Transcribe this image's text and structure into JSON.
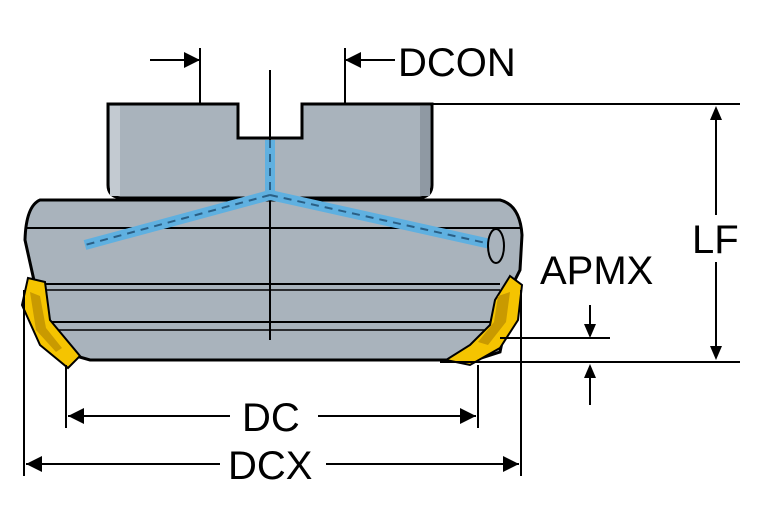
{
  "labels": {
    "dcon": "DCON",
    "lf": "LF",
    "apmx": "APMX",
    "dc": "DC",
    "dcx": "DCX"
  },
  "colors": {
    "body": "#a9b3bc",
    "body_stroke": "#000000",
    "coolant": "#5fb0e0",
    "insert": "#f5c400",
    "insert_dark": "#c99a00",
    "line": "#000000"
  }
}
